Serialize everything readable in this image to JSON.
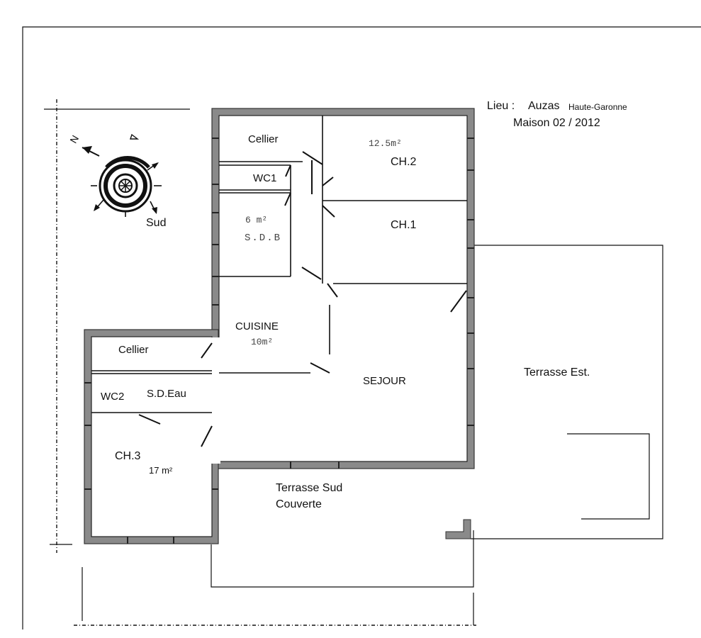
{
  "header": {
    "lieu_prefix": "Lieu :",
    "lieu_name": "Auzas",
    "lieu_region": "Haute-Garonne",
    "maison": "Maison  02 / 2012"
  },
  "compass": {
    "north_label": "N",
    "south_label": "Sud"
  },
  "rooms": {
    "cellier_main": "Cellier",
    "wc1": "WC1",
    "sdb_area": "6 m²",
    "sdb": "S.D.B",
    "ch2_area": "12.5m²",
    "ch2": "CH.2",
    "ch1": "CH.1",
    "cuisine": "CUISINE",
    "cuisine_area": "10m²",
    "sejour": "SEJOUR",
    "cellier_annex": "Cellier",
    "wc2": "WC2",
    "sdeau": "S.D.Eau",
    "ch3": "CH.3",
    "ch3_area": "17 m²"
  },
  "terraces": {
    "est": "Terrasse  Est.",
    "sud_line1": "Terrasse  Sud",
    "sud_line2": "Couverte"
  }
}
